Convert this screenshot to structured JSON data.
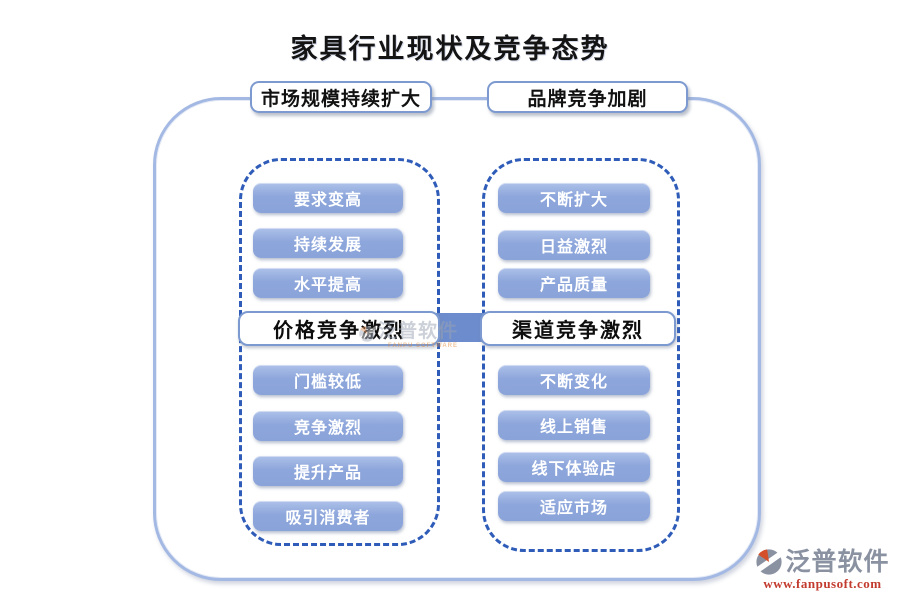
{
  "title": "家具行业现状及竞争态势",
  "headers": {
    "left": "市场规模持续扩大",
    "right": "品牌竞争加剧"
  },
  "columns": {
    "left": {
      "top_items": [
        "要求变高",
        "持续发展",
        "水平提高"
      ],
      "mid_label": "价格竞争激烈",
      "bottom_items": [
        "门槛较低",
        "竞争激烈",
        "提升产品",
        "吸引消费者"
      ]
    },
    "right": {
      "top_items": [
        "不断扩大",
        "日益激烈",
        "产品质量"
      ],
      "mid_label": "渠道竞争激烈",
      "bottom_items": [
        "不断变化",
        "线上销售",
        "线下体验店",
        "适应市场"
      ]
    }
  },
  "watermark": {
    "text": "泛普软件",
    "subtext": "FANPU SOFTWARE"
  },
  "logo": {
    "text": "泛普软件",
    "url": "www.fanpusoft.com"
  },
  "colors": {
    "node_fill": "#8da6db",
    "node_text": "#ffffff",
    "dashed_border": "#2e5cb8",
    "outer_border": "#a3b9e3",
    "box_border": "#7c9ad0",
    "connector": "#6c8cce",
    "logo_gray": "#8a92a2",
    "url_red": "#c23b2e"
  }
}
